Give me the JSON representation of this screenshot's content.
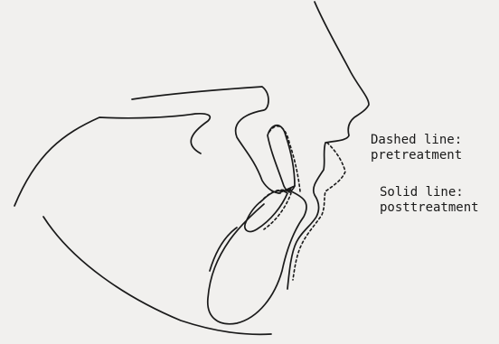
{
  "legend": {
    "dashed_title": "Dashed line:",
    "dashed_desc": "pretreatment",
    "solid_title": "Solid line:",
    "solid_desc": "posttreatment"
  },
  "colors": {
    "background": "#f1f0ee",
    "ink": "#1a1a1a"
  }
}
